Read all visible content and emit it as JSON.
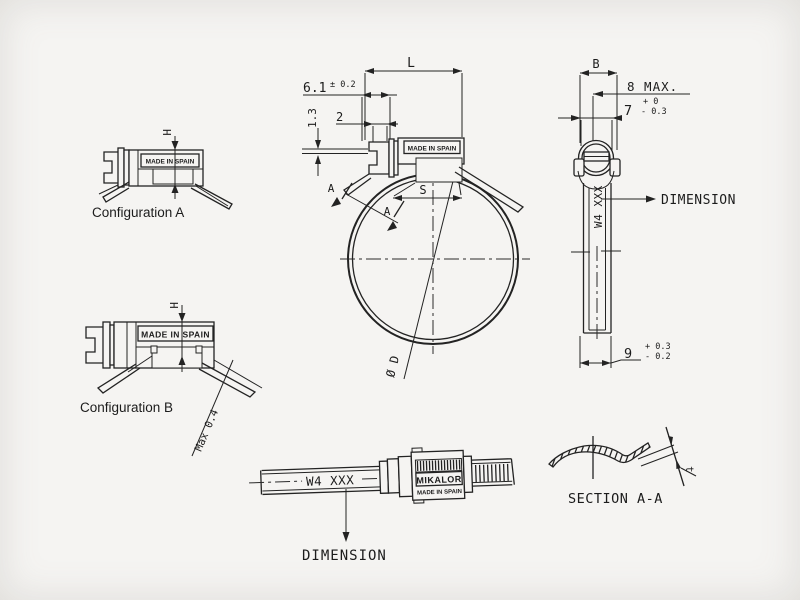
{
  "colors": {
    "background": "#f5f4f2",
    "ink": "#232323"
  },
  "views": {
    "config_a": {
      "caption": "Configuration A",
      "stamp": "MADE IN SPAIN",
      "dim_h": "H"
    },
    "config_b": {
      "caption": "Configuration B",
      "stamp": "MADE IN SPAIN",
      "dim_h": "H",
      "note_max": "Max 0.4"
    },
    "front": {
      "stamp": "MADE IN SPAIN",
      "dim_l": "L",
      "dim_s": "S",
      "dim_61": "6.1",
      "dim_61_tol": "± 0.2",
      "dim_2": "2",
      "dim_13": "1.3",
      "dia_label": "Ø D",
      "section_marker": "A"
    },
    "side": {
      "dim_b": "B",
      "dim_8": "8 MAX.",
      "dim_7": "7",
      "dim_7_tol_plus": "+ 0",
      "dim_7_tol_minus": "- 0.3",
      "dim_9": "9",
      "dim_9_tol_plus": "+ 0.3",
      "dim_9_tol_minus": "- 0.2",
      "band_mark": "W4 XXX",
      "leader": "DIMENSION"
    },
    "band": {
      "band_mark": "W4 XXX",
      "brand": "MIKALOR",
      "origin": "MADE IN SPAIN",
      "leader": "DIMENSION"
    },
    "section": {
      "caption": "SECTION A-A",
      "dim_t": "t"
    }
  }
}
